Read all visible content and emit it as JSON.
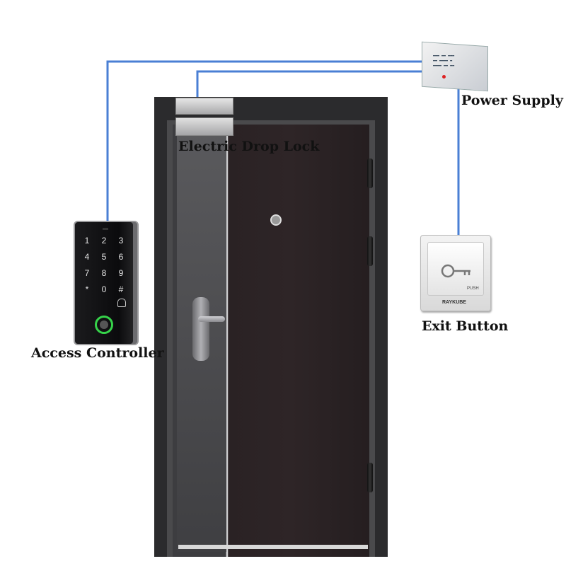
{
  "labels": {
    "power_supply": "Power Supply",
    "electric_drop_lock": "Electric Drop Lock",
    "exit_button": "Exit Button",
    "access_controller": "Access Controller"
  },
  "exit_button_device": {
    "push_text": "PUSH",
    "brand": "RAYKUBE"
  },
  "keypad": {
    "keys": [
      "1",
      "2",
      "3",
      "4",
      "5",
      "6",
      "7",
      "8",
      "9",
      "*",
      "0",
      "#"
    ]
  },
  "colors": {
    "wire": "#4a7fd4",
    "door": "#2e2527",
    "frame": "#2b2b2d",
    "fingerprint_ring": "#36d34a"
  }
}
